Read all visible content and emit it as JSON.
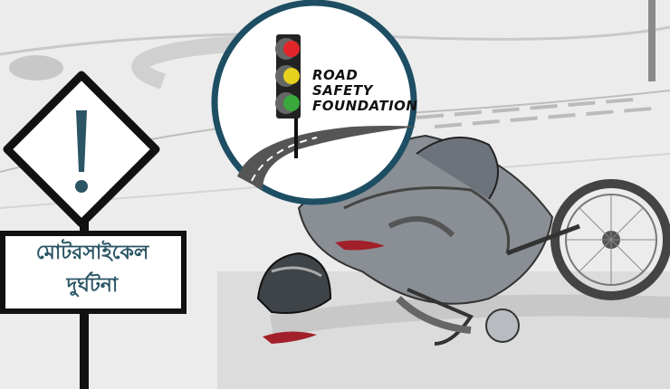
{
  "logo": {
    "line1": "ROAD",
    "line2": "SAFETY",
    "line3": "FOUNDATION"
  },
  "warning_sign": {
    "symbol": "!",
    "line1": "মোটরসাইকেল",
    "line2": "দুর্ঘটনা"
  },
  "colors": {
    "ring": "#1d4e63",
    "sign_text": "#2b5565",
    "red_light": "#e0262a",
    "yellow_light": "#e6d21e",
    "green_light": "#3aa83c",
    "blood": "#a2202a"
  }
}
